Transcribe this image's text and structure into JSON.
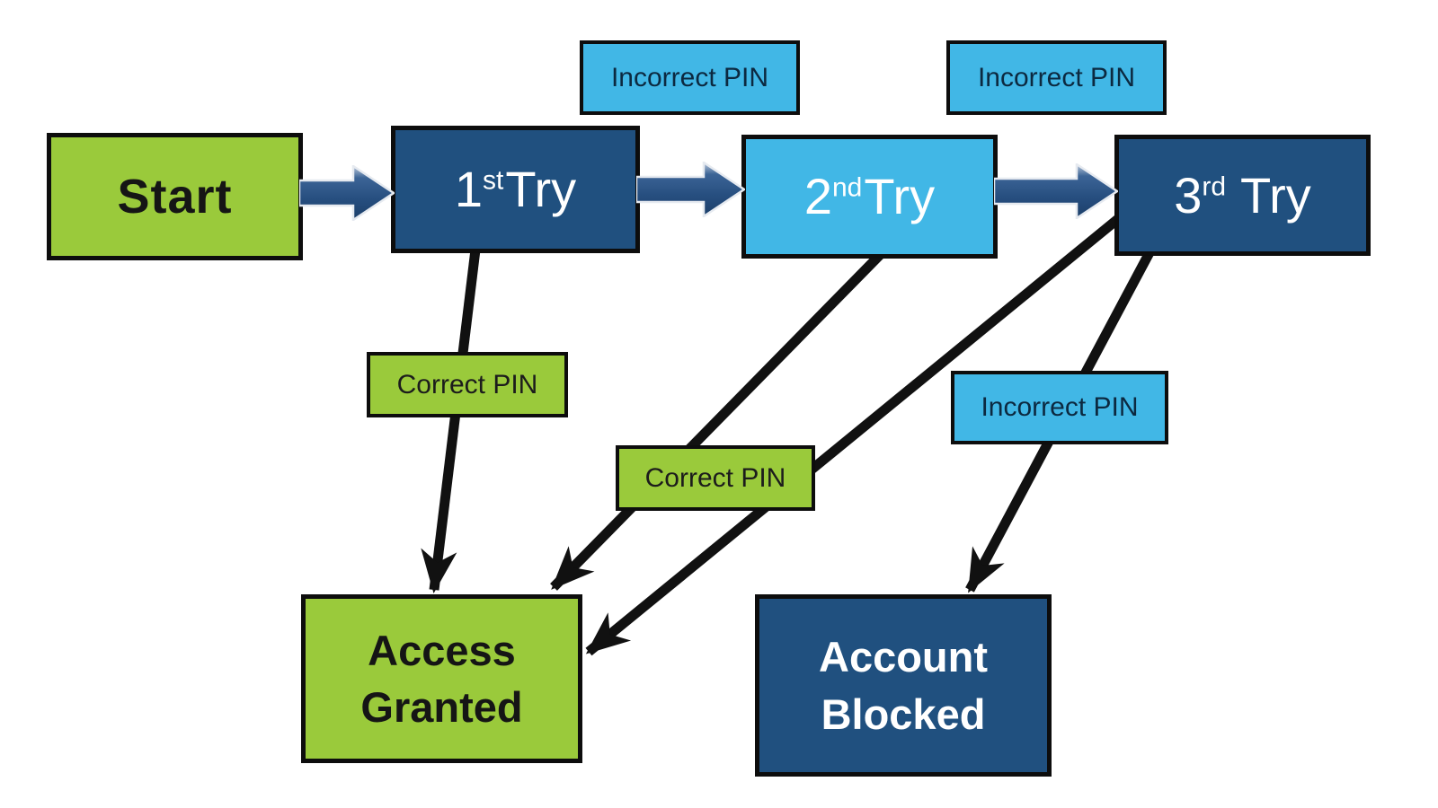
{
  "diagram_type": "flowchart",
  "colors": {
    "node_green": "#9aca3b",
    "node_navy": "#20507f",
    "node_light_blue": "#41b7e6",
    "box_outline": "#0d0d0d",
    "connector_black": "#111111",
    "block_arrow_dark": "#1f4876",
    "block_arrow_light": "#b8c6d9"
  },
  "nodes": {
    "start": {
      "label": "Start"
    },
    "try1": {
      "num": "1",
      "sup": "st",
      "word": "Try"
    },
    "try2": {
      "num": "2",
      "sup": "nd",
      "word": "Try"
    },
    "try3": {
      "num": "3",
      "sup": "rd",
      "word": "Try"
    },
    "access_granted": {
      "line1": "Access",
      "line2": "Granted"
    },
    "account_blocked": {
      "line1": "Account",
      "line2": "Blocked"
    }
  },
  "edge_labels": {
    "incorrect_pin_1": "Incorrect PIN",
    "incorrect_pin_2": "Incorrect PIN",
    "incorrect_pin_3": "Incorrect PIN",
    "correct_pin_1": "Correct PIN",
    "correct_pin_2": "Correct PIN"
  },
  "edges": [
    {
      "from": "start",
      "to": "try1",
      "style": "block-arrow"
    },
    {
      "from": "try1",
      "to": "try2",
      "style": "block-arrow",
      "label": "Incorrect PIN"
    },
    {
      "from": "try2",
      "to": "try3",
      "style": "block-arrow",
      "label": "Incorrect PIN"
    },
    {
      "from": "try1",
      "to": "access_granted",
      "style": "line-arrow",
      "label": "Correct PIN"
    },
    {
      "from": "try2",
      "to": "access_granted",
      "style": "line-arrow",
      "label": "Correct PIN"
    },
    {
      "from": "try3",
      "to": "access_granted",
      "style": "line-arrow"
    },
    {
      "from": "try3",
      "to": "account_blocked",
      "style": "line-arrow",
      "label": "Incorrect PIN"
    }
  ]
}
